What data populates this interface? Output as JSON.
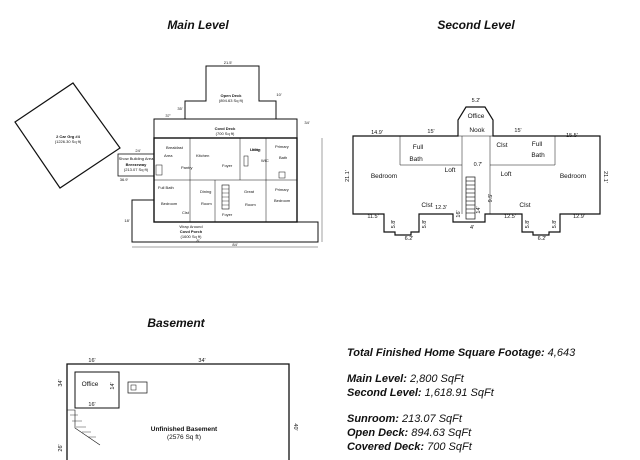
{
  "titles": {
    "main": "Main Level",
    "second": "Second Level",
    "basement": "Basement"
  },
  "main_level": {
    "garage_name": "2 Car Grg #4",
    "garage_area": "(1226.30 Sq ft)",
    "open_deck_name": "Open Deck",
    "open_deck_area": "(894.63 Sq ft)",
    "covered_deck_name": "Covd Deck",
    "covered_deck_area": "(700 Sq ft)",
    "breezeway_name": "Breezeway",
    "breezeway_area": "(213.07 Sq ft)",
    "shown_note": "Show Building Area",
    "porch_name": "Covd Porch",
    "porch_area": "(1600 Sq ft)",
    "porch_note": "Wrap Around",
    "rooms": [
      "Breakfast",
      "Kitchen",
      "Living",
      "Utility",
      "Primary",
      "Bath",
      "Area",
      "Pantry",
      "Foyer",
      "WIC",
      "Full Bath",
      "Bedroom",
      "Dining",
      "Room",
      "Great",
      "Room",
      "Primary",
      "Bedroom",
      "Clst",
      "Foyer"
    ],
    "dims": [
      "21.5'",
      "35'",
      "37'",
      "24'",
      "84'",
      "10'",
      "34'",
      "36.9'",
      "18'",
      "8'"
    ]
  },
  "second_level": {
    "rooms": [
      "Office",
      "Nook",
      "Full",
      "Bath",
      "Clst",
      "Full",
      "Bath",
      "Bedroom",
      "Loft",
      "Loft",
      "Bedroom",
      "Clst",
      "Clst"
    ],
    "dims": [
      "5.2'",
      "14.9'",
      "15'",
      "15'",
      "15.5'",
      "21.1'",
      "21.1'",
      "0.7'",
      "9.5'",
      "12.3'",
      "11.5'",
      "12.5'",
      "12.9'",
      "6.2'",
      "6.2'",
      "4'",
      "16'",
      "14'",
      "5.8'",
      "5.8'",
      "5.8'",
      "5.8'"
    ]
  },
  "basement": {
    "office": "Office",
    "unfinished_name": "Unfinished Basement",
    "unfinished_area": "(2576 Sq ft)",
    "dims": [
      "16'",
      "34'",
      "16'",
      "14'",
      "34'",
      "40'",
      "26'"
    ]
  },
  "summary": {
    "total_label": "Total Finished Home Square Footage:",
    "total_value": "4,643",
    "main_label": "Main Level:",
    "main_value": "2,800 SqFt",
    "second_label": "Second Level:",
    "second_value": "1,618.91 SqFt",
    "sunroom_label": "Sunroom:",
    "sunroom_value": "213.07 SqFt",
    "open_deck_label": "Open Deck:",
    "open_deck_value": "894.63 SqFt",
    "covered_deck_label": "Covered Deck:",
    "covered_deck_value": "700 SqFt"
  }
}
